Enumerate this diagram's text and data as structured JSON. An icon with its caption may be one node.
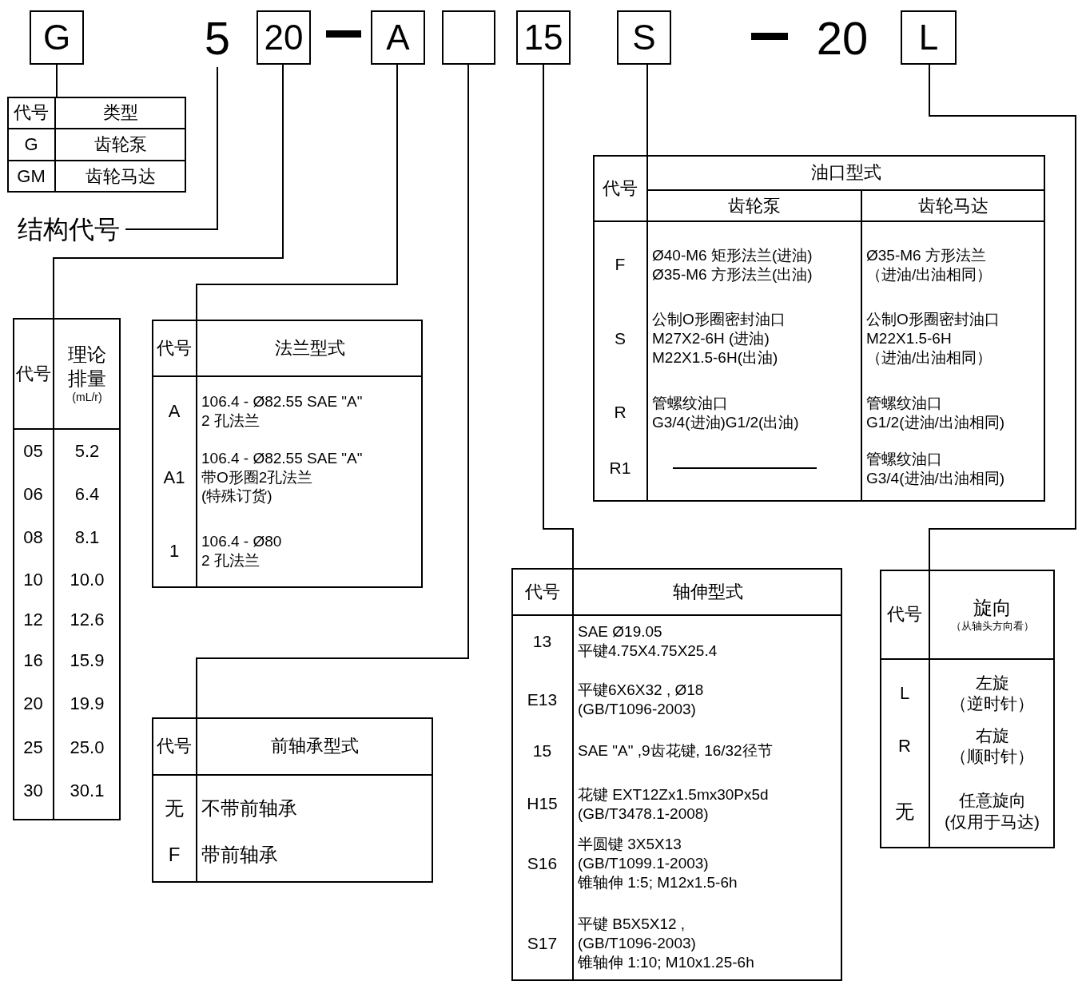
{
  "diagram": {
    "nodes": [
      {
        "text": [
          "G"
        ]
      },
      {
        "text": [
          "5"
        ]
      },
      {
        "text": [
          "20"
        ]
      },
      {
        "text": [
          "A"
        ]
      },
      {
        "text": [],
        "shape": "box"
      },
      {
        "text": [
          "15"
        ]
      },
      {
        "text": [
          "S"
        ]
      },
      {
        "text": [
          "L"
        ]
      },
      {
        "text": [
          "代号",
          "类型",
          "G",
          "齿轮泵",
          "GM",
          "齿轮马达"
        ]
      },
      {
        "text": [
          "结构代号"
        ]
      },
      {
        "text": [
          "代号",
          "理论排量",
          "(mL/r)",
          "05",
          "5.2",
          "06",
          "6.4",
          "08",
          "8.1",
          "10",
          "10.0",
          "12",
          "12.6",
          "16",
          "15.9",
          "20",
          "19.9",
          "25",
          "25.0",
          "30",
          "30.1"
        ]
      },
      {
        "text": [
          "代号",
          "法兰型式",
          "A",
          "106.4 - Ø82.55 SAE \"A\"",
          "2 孔法兰",
          "A1",
          "106.4 - Ø82.55 SAE \"A\"",
          "带O形圈2孔法兰",
          "(特殊订货)",
          "1",
          "106.4 - Ø80",
          "2 孔法兰"
        ]
      },
      {
        "text": [
          "代号",
          "前轴承型式",
          "无",
          "不带前轴承",
          "F",
          "带前轴承"
        ]
      },
      {
        "text": [
          "代号",
          "轴伸型式",
          "13",
          "SAE Ø19.05",
          "平键4.75X4.75X25.4",
          "E13",
          "平键6X6X32 , Ø18",
          "(GB/T1096-2003)",
          "15",
          "SAE \"A\" ,9齿花键, 16/32径节",
          "H15",
          "花键 EXT12Zx1.5mx30Px5d",
          "(GB/T3478.1-2008)",
          "S16",
          "半圆键 3X5X13",
          "(GB/T1099.1-2003)",
          "锥轴伸 1:5; M12x1.5-6h",
          "S17",
          "平键 B5X5X12 ,",
          "(GB/T1096-2003)",
          "锥轴伸 1:10; M10x1.25-6h"
        ]
      },
      {
        "text": [
          "代号",
          "油口型式",
          "齿轮泵",
          "齿轮马达",
          "F",
          "Ø40-M6 矩形法兰(进油)",
          "Ø35-M6 方形法兰(出油)",
          "Ø35-M6 方形法兰",
          "（进油/出油相同）",
          "S",
          "公制O形圈密封油口",
          "M27X2-6H (进油)",
          "M22X1.5-6H(出油)",
          "公制O形圈密封油口",
          "M22X1.5-6H",
          "（进油/出油相同）",
          "R",
          "管螺纹油口",
          "G3/4(进油)G1/2(出油)",
          "管螺纹油口",
          "G1/2(进油/出油相同)",
          "R1",
          "管螺纹油口",
          "G3/4(进油/出油相同)"
        ]
      },
      {
        "text": [
          "代号",
          "旋向",
          "（从轴头方向看）",
          "L",
          "左旋",
          "（逆时针）",
          "R",
          "右旋",
          "（顺时针）",
          "无",
          "任意旋向",
          "(仅用于马达)"
        ]
      }
    ],
    "edges": [
      {
        "from": 0,
        "to": 8,
        "arrow": "none"
      },
      {
        "from": 1,
        "to": 9,
        "arrow": "none"
      },
      {
        "from": 2,
        "to": 10,
        "arrow": "none"
      },
      {
        "from": 3,
        "to": 11,
        "arrow": "none"
      },
      {
        "from": 4,
        "to": 12,
        "arrow": "none"
      },
      {
        "from": 5,
        "to": 13,
        "arrow": "none"
      },
      {
        "from": 6,
        "to": 14,
        "arrow": "none"
      },
      {
        "from": 7,
        "to": 15,
        "arrow": "none"
      }
    ],
    "labels": [
      "20"
    ]
  }
}
